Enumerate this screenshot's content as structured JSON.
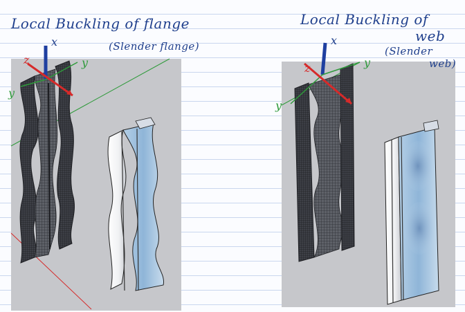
{
  "left": {
    "title": "Local Buckling of flange",
    "subtitle": "(Slender flange)",
    "axes": {
      "x": "x",
      "y": "y",
      "z": "z"
    }
  },
  "right": {
    "title_line1": "Local Buckling of",
    "title_line2": "web",
    "subtitle_line1": "(Slender",
    "subtitle_line2": "web)",
    "axes": {
      "x": "x",
      "y": "y",
      "z": "z"
    }
  },
  "colors": {
    "ink": "#1f3f8c",
    "panel_bg": "#c6c7cb",
    "axis_x": "#1f3fa0",
    "axis_y": "#2e9a3a",
    "axis_z": "#d62a2a",
    "mesh": "#3a3d44",
    "contour_light": "#ffffff",
    "contour_blue": "#9fc2e0"
  }
}
